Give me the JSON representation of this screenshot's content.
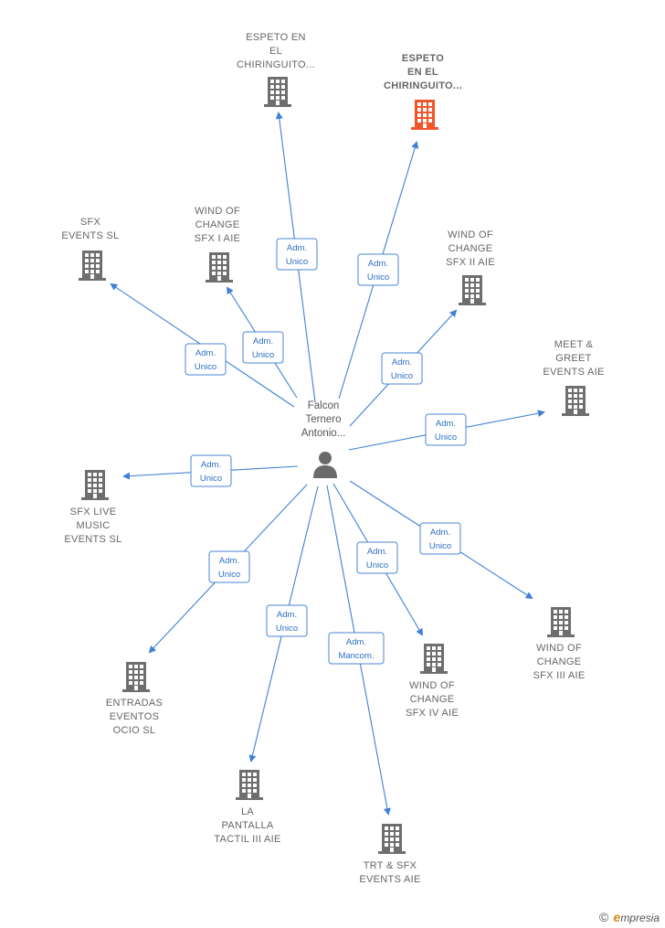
{
  "center": {
    "name_lines": [
      "Falcon",
      "Ternero",
      "Antonio..."
    ],
    "icon": "person-icon"
  },
  "companies": [
    {
      "id": "espeto1",
      "lines": [
        "ESPETO EN",
        "EL",
        "CHIRINGUITO..."
      ],
      "highlight": false,
      "icon": "building-icon"
    },
    {
      "id": "espeto2",
      "lines": [
        "ESPETO",
        "EN EL",
        "CHIRINGUITO..."
      ],
      "highlight": true,
      "icon": "building-icon"
    },
    {
      "id": "sfxevents",
      "lines": [
        "SFX",
        "EVENTS  SL"
      ],
      "highlight": false,
      "icon": "building-icon"
    },
    {
      "id": "wocsfx1",
      "lines": [
        "WIND OF",
        "CHANGE",
        "SFX I AIE"
      ],
      "highlight": false,
      "icon": "building-icon"
    },
    {
      "id": "wocsfx2",
      "lines": [
        "WIND OF",
        "CHANGE",
        "SFX II AIE"
      ],
      "highlight": false,
      "icon": "building-icon"
    },
    {
      "id": "meetgreet",
      "lines": [
        "MEET &",
        "GREET",
        "EVENTS AIE"
      ],
      "highlight": false,
      "icon": "building-icon"
    },
    {
      "id": "sfxlive",
      "lines": [
        "SFX LIVE",
        "MUSIC",
        "EVENTS  SL"
      ],
      "highlight": false,
      "icon": "building-icon"
    },
    {
      "id": "entradas",
      "lines": [
        "ENTRADAS",
        "EVENTOS",
        "OCIO  SL"
      ],
      "highlight": false,
      "icon": "building-icon"
    },
    {
      "id": "pantalla",
      "lines": [
        "LA",
        "PANTALLA",
        "TACTIL III  AIE"
      ],
      "highlight": false,
      "icon": "building-icon"
    },
    {
      "id": "trtsfx",
      "lines": [
        "TRT & SFX",
        "EVENTS AIE"
      ],
      "highlight": false,
      "icon": "building-icon"
    },
    {
      "id": "wocsfx4",
      "lines": [
        "WIND OF",
        "CHANGE",
        "SFX IV AIE"
      ],
      "highlight": false,
      "icon": "building-icon"
    },
    {
      "id": "wocsfx3",
      "lines": [
        "WIND OF",
        "CHANGE",
        "SFX III AIE"
      ],
      "highlight": false,
      "icon": "building-icon"
    }
  ],
  "roles": [
    {
      "target": "espeto1",
      "lines": [
        "Adm.",
        "Unico"
      ]
    },
    {
      "target": "espeto2",
      "lines": [
        "Adm.",
        "Unico"
      ]
    },
    {
      "target": "sfxevents",
      "lines": [
        "Adm.",
        "Unico"
      ]
    },
    {
      "target": "wocsfx1",
      "lines": [
        "Adm.",
        "Unico"
      ]
    },
    {
      "target": "wocsfx2",
      "lines": [
        "Adm.",
        "Unico"
      ]
    },
    {
      "target": "meetgreet",
      "lines": [
        "Adm.",
        "Unico"
      ]
    },
    {
      "target": "sfxlive",
      "lines": [
        "Adm.",
        "Unico"
      ]
    },
    {
      "target": "entradas",
      "lines": [
        "Adm.",
        "Unico"
      ]
    },
    {
      "target": "pantalla",
      "lines": [
        "Adm.",
        "Unico"
      ]
    },
    {
      "target": "trtsfx",
      "lines": [
        "Adm.",
        "Mancom."
      ]
    },
    {
      "target": "wocsfx4",
      "lines": [
        "Adm.",
        "Unico"
      ]
    },
    {
      "target": "wocsfx3",
      "lines": [
        "Adm.",
        "Unico"
      ]
    }
  ],
  "colors": {
    "edge": "#3f7fd6",
    "building": "#6e6e6e",
    "building_highlight": "#f0562a",
    "person": "#6a6a6a"
  },
  "footer": {
    "copyright_symbol": "©",
    "brand_first": "e",
    "brand_rest": "mpresia"
  }
}
